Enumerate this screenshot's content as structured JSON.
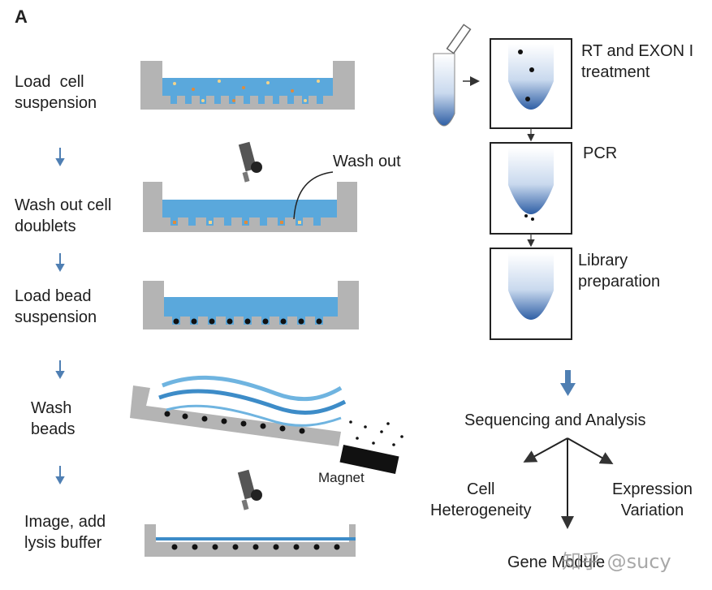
{
  "panel_label": "A",
  "steps_left": [
    "Load  cell\nsuspension",
    "Wash out cell\ndoublets",
    "Load bead\nsuspension",
    "Wash\nbeads",
    "Image, add\nlysis buffer"
  ],
  "annotations": {
    "wash_out": "Wash out",
    "magnet": "Magnet"
  },
  "steps_right": [
    "RT and EXON I\ntreatment",
    "PCR",
    "Library\npreparation"
  ],
  "sequencing": "Sequencing and Analysis",
  "outcomes": {
    "cell": "Cell\nHeterogeneity",
    "expression": "Expression\nVariation",
    "gene": "Gene Module"
  },
  "watermark": "知乎 @sucy",
  "colors": {
    "gray": "#b4b4b4",
    "blue": "#4d9fd6",
    "arrow_blue": "#4f7fb3"
  }
}
